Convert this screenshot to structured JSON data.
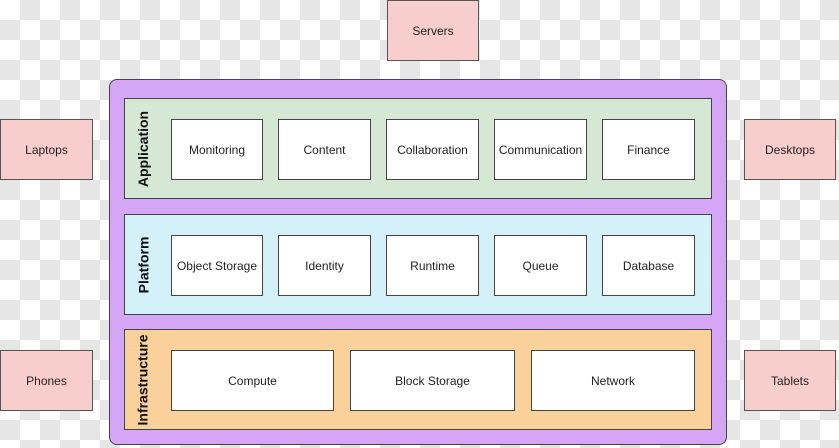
{
  "devices": {
    "servers": "Servers",
    "laptops": "Laptops",
    "desktops": "Desktops",
    "phones": "Phones",
    "tablets": "Tablets"
  },
  "layers": {
    "application": {
      "label": "Application",
      "services": [
        "Monitoring",
        "Content",
        "Collaboration",
        "Communication",
        "Finance"
      ]
    },
    "platform": {
      "label": "Platform",
      "services": [
        "Object Storage",
        "Identity",
        "Runtime",
        "Queue",
        "Database"
      ]
    },
    "infrastructure": {
      "label": "Infrastructure",
      "services": [
        "Compute",
        "Block Storage",
        "Network"
      ]
    }
  },
  "colors": {
    "device_fill": "#f8cecc",
    "cloud_fill": "#d5a6f5",
    "application_fill": "#d5e8d4",
    "platform_fill": "#d4f1f9",
    "infrastructure_fill": "#fad19b",
    "service_fill": "#ffffff"
  }
}
